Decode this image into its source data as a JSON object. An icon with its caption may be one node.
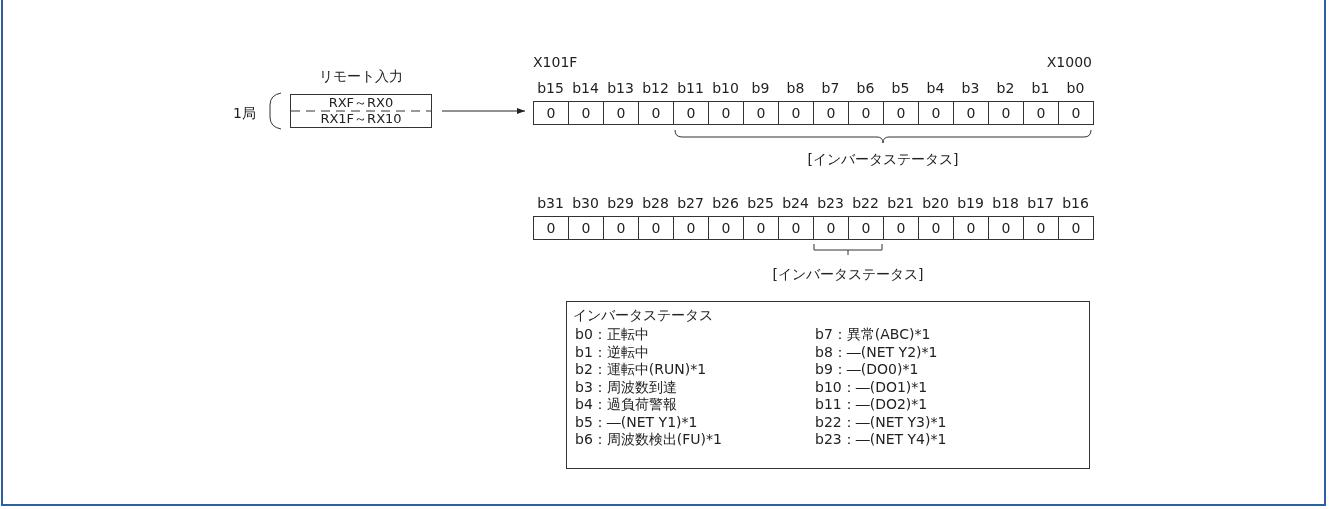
{
  "diagram": {
    "nodes": [
      {
        "text": [
          "リモート入力",
          "RXF～RX0",
          "RX1F～RX10"
        ]
      },
      {
        "text": [
          "0",
          "0",
          "0",
          "0",
          "0",
          "0",
          "0",
          "0",
          "0",
          "0",
          "0",
          "0",
          "0",
          "0",
          "0",
          "0"
        ]
      },
      {
        "text": [
          "0",
          "0",
          "0",
          "0",
          "0",
          "0",
          "0",
          "0",
          "0",
          "0",
          "0",
          "0",
          "0",
          "0",
          "0",
          "0"
        ]
      },
      {
        "text": [
          "インバータステータス",
          "b0：正転中",
          "b1：逆転中",
          "b2：運転中(RUN)*1",
          "b3：周波数到達",
          "b4：過負荷警報",
          "b5：―(NET Y1)*1",
          "b6：周波数検出(FU)*1",
          "b7：異常(ABC)*1",
          "b8：―(NET Y2)*1",
          "b9：―(DO0)*1",
          "b10：―(DO1)*1",
          "b11：―(DO2)*1",
          "b22：―(NET Y3)*1",
          "b23：―(NET Y4)*1"
        ]
      }
    ],
    "edges": [
      {
        "from": 0,
        "to": 1,
        "arrow": "to"
      }
    ],
    "labels": [
      "1局",
      "X101F",
      "X1000",
      "b15",
      "b14",
      "b13",
      "b12",
      "b11",
      "b10",
      "b9",
      "b8",
      "b7",
      "b6",
      "b5",
      "b4",
      "b3",
      "b2",
      "b1",
      "b0",
      "[インバータステータス]",
      "b31",
      "b30",
      "b29",
      "b28",
      "b27",
      "b26",
      "b25",
      "b24",
      "b23",
      "b22",
      "b21",
      "b20",
      "b19",
      "b18",
      "b17",
      "b16",
      "[インバータステータス]"
    ]
  }
}
